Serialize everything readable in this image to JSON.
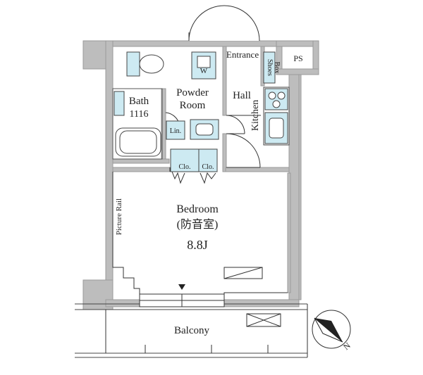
{
  "rooms": {
    "entrance": "Entrance",
    "ps": "PS",
    "powder_room_line1": "Powder",
    "powder_room_line2": "Room",
    "bath": "Bath",
    "bath_size": "1116",
    "hall": "Hall",
    "kitchen": "Kitchen",
    "shoes_box_line1": "Shoes",
    "shoes_box_line2": "Box",
    "bedroom": "Bedroom",
    "bedroom_note": "(防音室)",
    "bedroom_size": "8.8J",
    "balcony": "Balcony",
    "linen": "Lin.",
    "closet_left": "Clo.",
    "closet_right": "Clo.",
    "washer": "W",
    "picture_rail": "Picture Rail"
  },
  "compass": {
    "north_label": "N"
  },
  "colors": {
    "wall": "#b7b7b7",
    "wall_dark": "#8d8d8d",
    "fixture": "#cdeaf2",
    "line": "#333333"
  }
}
